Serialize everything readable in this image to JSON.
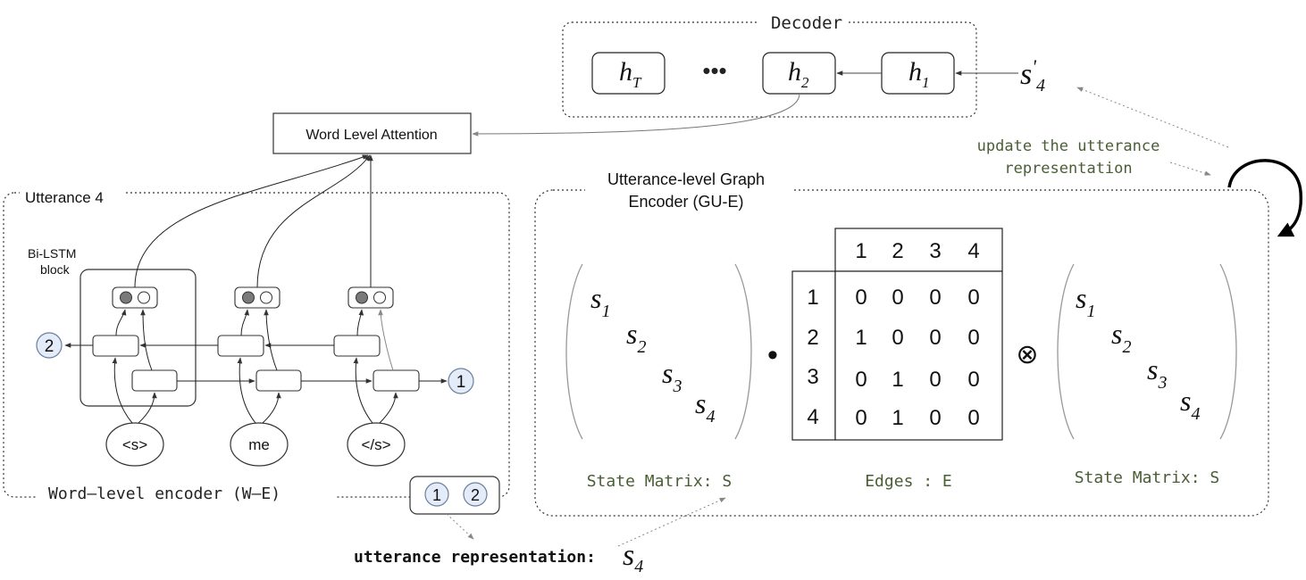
{
  "decoder": {
    "title": "Decoder",
    "states": [
      {
        "base": "h",
        "sub": "T"
      },
      {
        "base": "h",
        "sub": "2"
      },
      {
        "base": "h",
        "sub": "1"
      }
    ],
    "ellipsis": "•••",
    "input": {
      "base": "s",
      "prime": "'",
      "sub": "4"
    }
  },
  "attention": {
    "label": "Word Level Attention"
  },
  "update_note": {
    "line1": "update the utterance",
    "line2": "representation"
  },
  "utterance_panel": {
    "title": "Utterance 4",
    "block_label_line1": "Bi-LSTM",
    "block_label_line2": "block",
    "tokens": [
      "<s>",
      "me",
      "</s>"
    ],
    "hidden_markers": [
      "1",
      "2"
    ],
    "caption": "Word–level encoder (W–E)"
  },
  "utterance_repr": {
    "markers": [
      "1",
      "2"
    ],
    "label": "utterance representation:",
    "symbol": {
      "base": "s",
      "sub": "4"
    }
  },
  "graph_encoder": {
    "title_line1": "Utterance-level Graph",
    "title_line2": "Encoder (GU-E)",
    "state_matrix_left": {
      "entries": [
        {
          "base": "s",
          "sub": "1"
        },
        {
          "base": "s",
          "sub": "2"
        },
        {
          "base": "s",
          "sub": "3"
        },
        {
          "base": "s",
          "sub": "4"
        }
      ],
      "caption": "State Matrix: S"
    },
    "dot_operator": "•",
    "edges": {
      "column_headers": [
        "1",
        "2",
        "3",
        "4"
      ],
      "row_headers": [
        "1",
        "2",
        "3",
        "4"
      ],
      "rows": [
        [
          "0",
          "0",
          "0",
          "0"
        ],
        [
          "1",
          "0",
          "0",
          "0"
        ],
        [
          "0",
          "1",
          "0",
          "0"
        ],
        [
          "0",
          "1",
          "0",
          "0"
        ]
      ],
      "caption": "Edges : E"
    },
    "otimes_operator": "⊗",
    "state_matrix_right": {
      "entries": [
        {
          "base": "s",
          "sub": "1"
        },
        {
          "base": "s",
          "sub": "2"
        },
        {
          "base": "s",
          "sub": "3"
        },
        {
          "base": "s",
          "sub": "4"
        }
      ],
      "caption": "State Matrix: S"
    }
  },
  "colors": {
    "note_green": "#4a5e35",
    "marker_fill": "#e3ecf8",
    "node_fill": "#7a7a7a",
    "line": "#333333",
    "dotted_arrow": "#888888"
  }
}
